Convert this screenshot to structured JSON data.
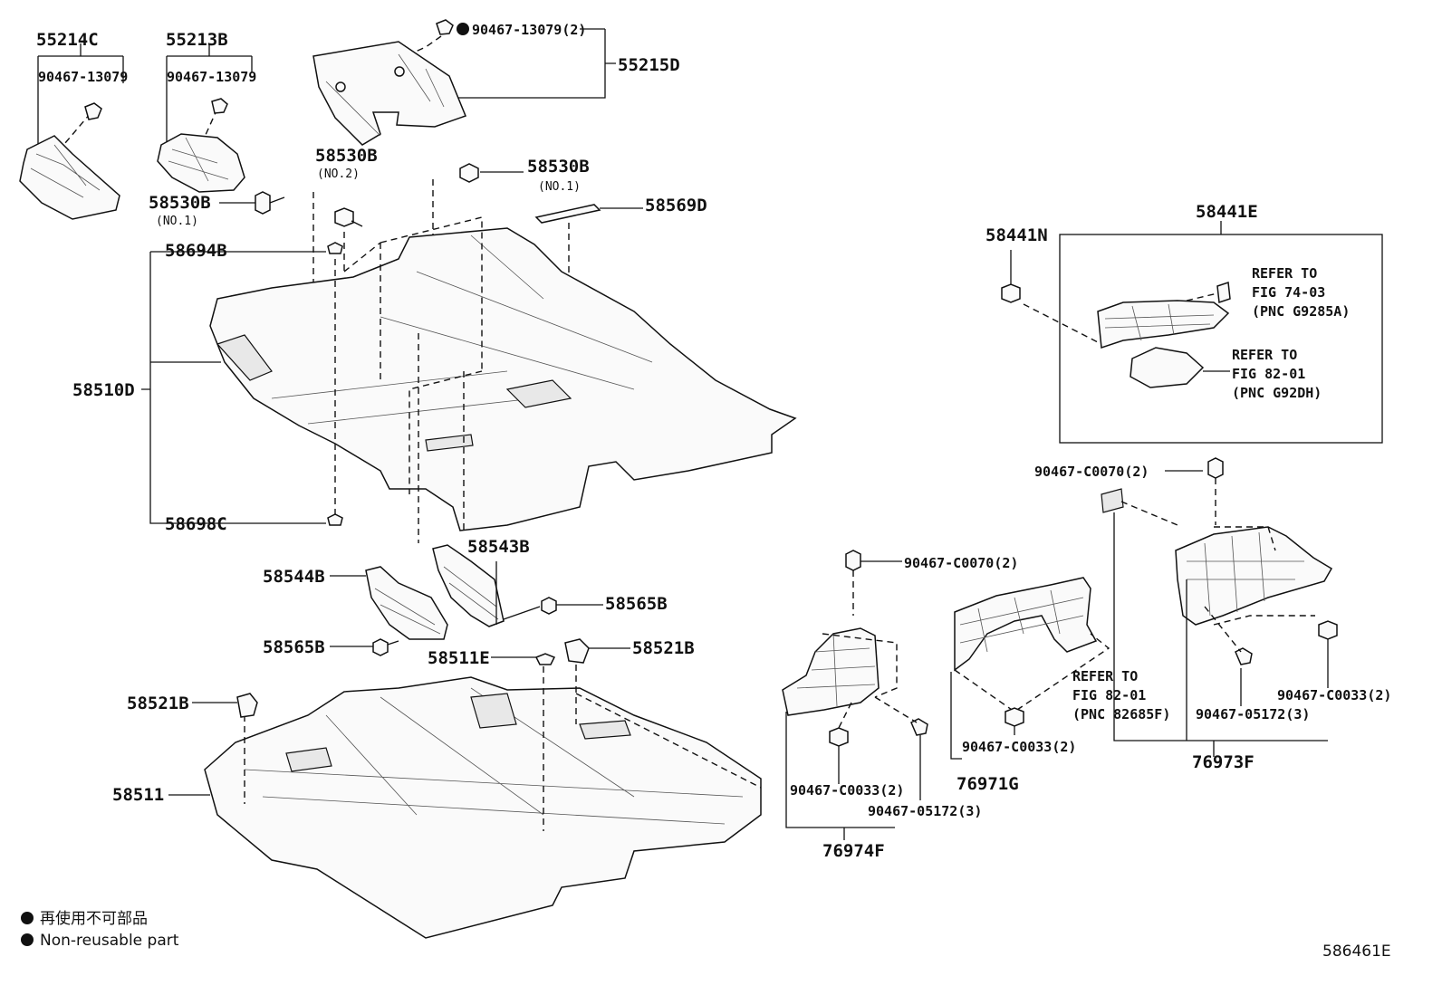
{
  "labels": {
    "p55214C": "55214C",
    "p55214C_clip": "90467-13079",
    "p55213B": "55213B",
    "p55213B_clip": "90467-13079",
    "p55215D_clip": "90467-13079(2)",
    "p55215D": "55215D",
    "p58530B_no2": "58530B",
    "no2": "(NO.2)",
    "p58530B_no1_right": "58530B",
    "no1_right": "(NO.1)",
    "p58530B_no1_left": "58530B",
    "no1_left": "(NO.1)",
    "p58569D": "58569D",
    "p58694B": "58694B",
    "p58510D": "58510D",
    "p58698C": "58698C",
    "p58543B": "58543B",
    "p58544B": "58544B",
    "p58565B_right": "58565B",
    "p58565B_left": "58565B",
    "p58511E": "58511E",
    "p58521B_right": "58521B",
    "p58521B_left": "58521B",
    "p58511": "58511",
    "p58441E": "58441E",
    "p58441N": "58441N",
    "refer1_a": "REFER TO",
    "refer1_b": "FIG 74-03",
    "refer1_c": "(PNC G9285A)",
    "refer2_a": "REFER TO",
    "refer2_b": "FIG 82-01",
    "refer2_c": "(PNC G92DH)",
    "c0070_right": "90467-C0070(2)",
    "c0070_mid": "90467-C0070(2)",
    "refer3_a": "REFER TO",
    "refer3_b": "FIG 82-01",
    "refer3_c": "(PNC 82685F)",
    "c0033_r": "90467-C0033(2)",
    "f05172_r": "90467-05172(3)",
    "p76973F": "76973F",
    "c0033_m": "90467-C0033(2)",
    "p76971G": "76971G",
    "c0033_l": "90467-C0033(2)",
    "f05172_l": "90467-05172(3)",
    "p76974F": "76974F"
  },
  "legend": {
    "line1": "再使用不可部品",
    "line2": "Non-reusable part"
  },
  "figure_id": "586461E"
}
